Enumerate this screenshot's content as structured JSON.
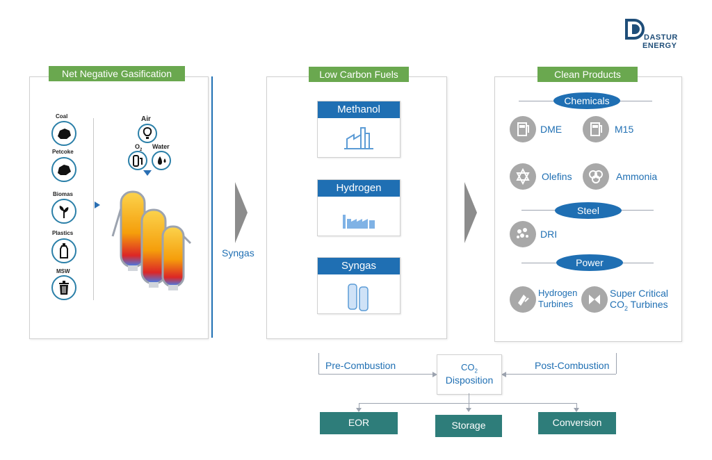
{
  "logo": {
    "line1": "DASTUR",
    "line2": "ENERGY"
  },
  "gasification": {
    "title": "Net Negative Gasification",
    "sources": [
      {
        "label": "Coal",
        "icon": "coal-icon"
      },
      {
        "label": "Petcoke",
        "icon": "petcoke-icon"
      },
      {
        "label": "Biomas",
        "icon": "biomass-icon"
      },
      {
        "label": "Plastics",
        "icon": "plastic-bottle-icon"
      },
      {
        "label": "MSW",
        "icon": "trash-bin-icon"
      }
    ],
    "inputs": {
      "air": "Air",
      "o2": "O",
      "o2_sub": "2",
      "water": "Water"
    }
  },
  "syngas_arrow_label": "Syngas",
  "fuels": {
    "title": "Low Carbon Fuels",
    "items": [
      {
        "label": "Methanol",
        "icon": "factory-icon"
      },
      {
        "label": "Hydrogen",
        "icon": "plant-icon"
      },
      {
        "label": "Syngas",
        "icon": "tank-icon"
      }
    ]
  },
  "products": {
    "title": "Clean Products",
    "chemicals": {
      "label": "Chemicals",
      "items": [
        "DME",
        "M15",
        "Olefins",
        "Ammonia"
      ]
    },
    "steel": {
      "label": "Steel",
      "items": [
        "DRI"
      ]
    },
    "power": {
      "label": "Power",
      "hydrogen_turbines": [
        "Hydrogen",
        "Turbines"
      ],
      "sc_line1": "Super Critical",
      "sc_co2": "CO",
      "sc_sub": "2",
      "sc_rest": " Turbines"
    }
  },
  "disposition": {
    "pre": "Pre-Combustion",
    "post": "Post-Combustion",
    "co2": "CO",
    "co2_sub": "2",
    "label": "Disposition",
    "outputs": [
      "EOR",
      "Storage",
      "Conversion"
    ]
  },
  "colors": {
    "green": "#6aa84f",
    "blue": "#1f6fb3",
    "teal": "#2e7d7a",
    "gray": "#a8a8a8"
  }
}
